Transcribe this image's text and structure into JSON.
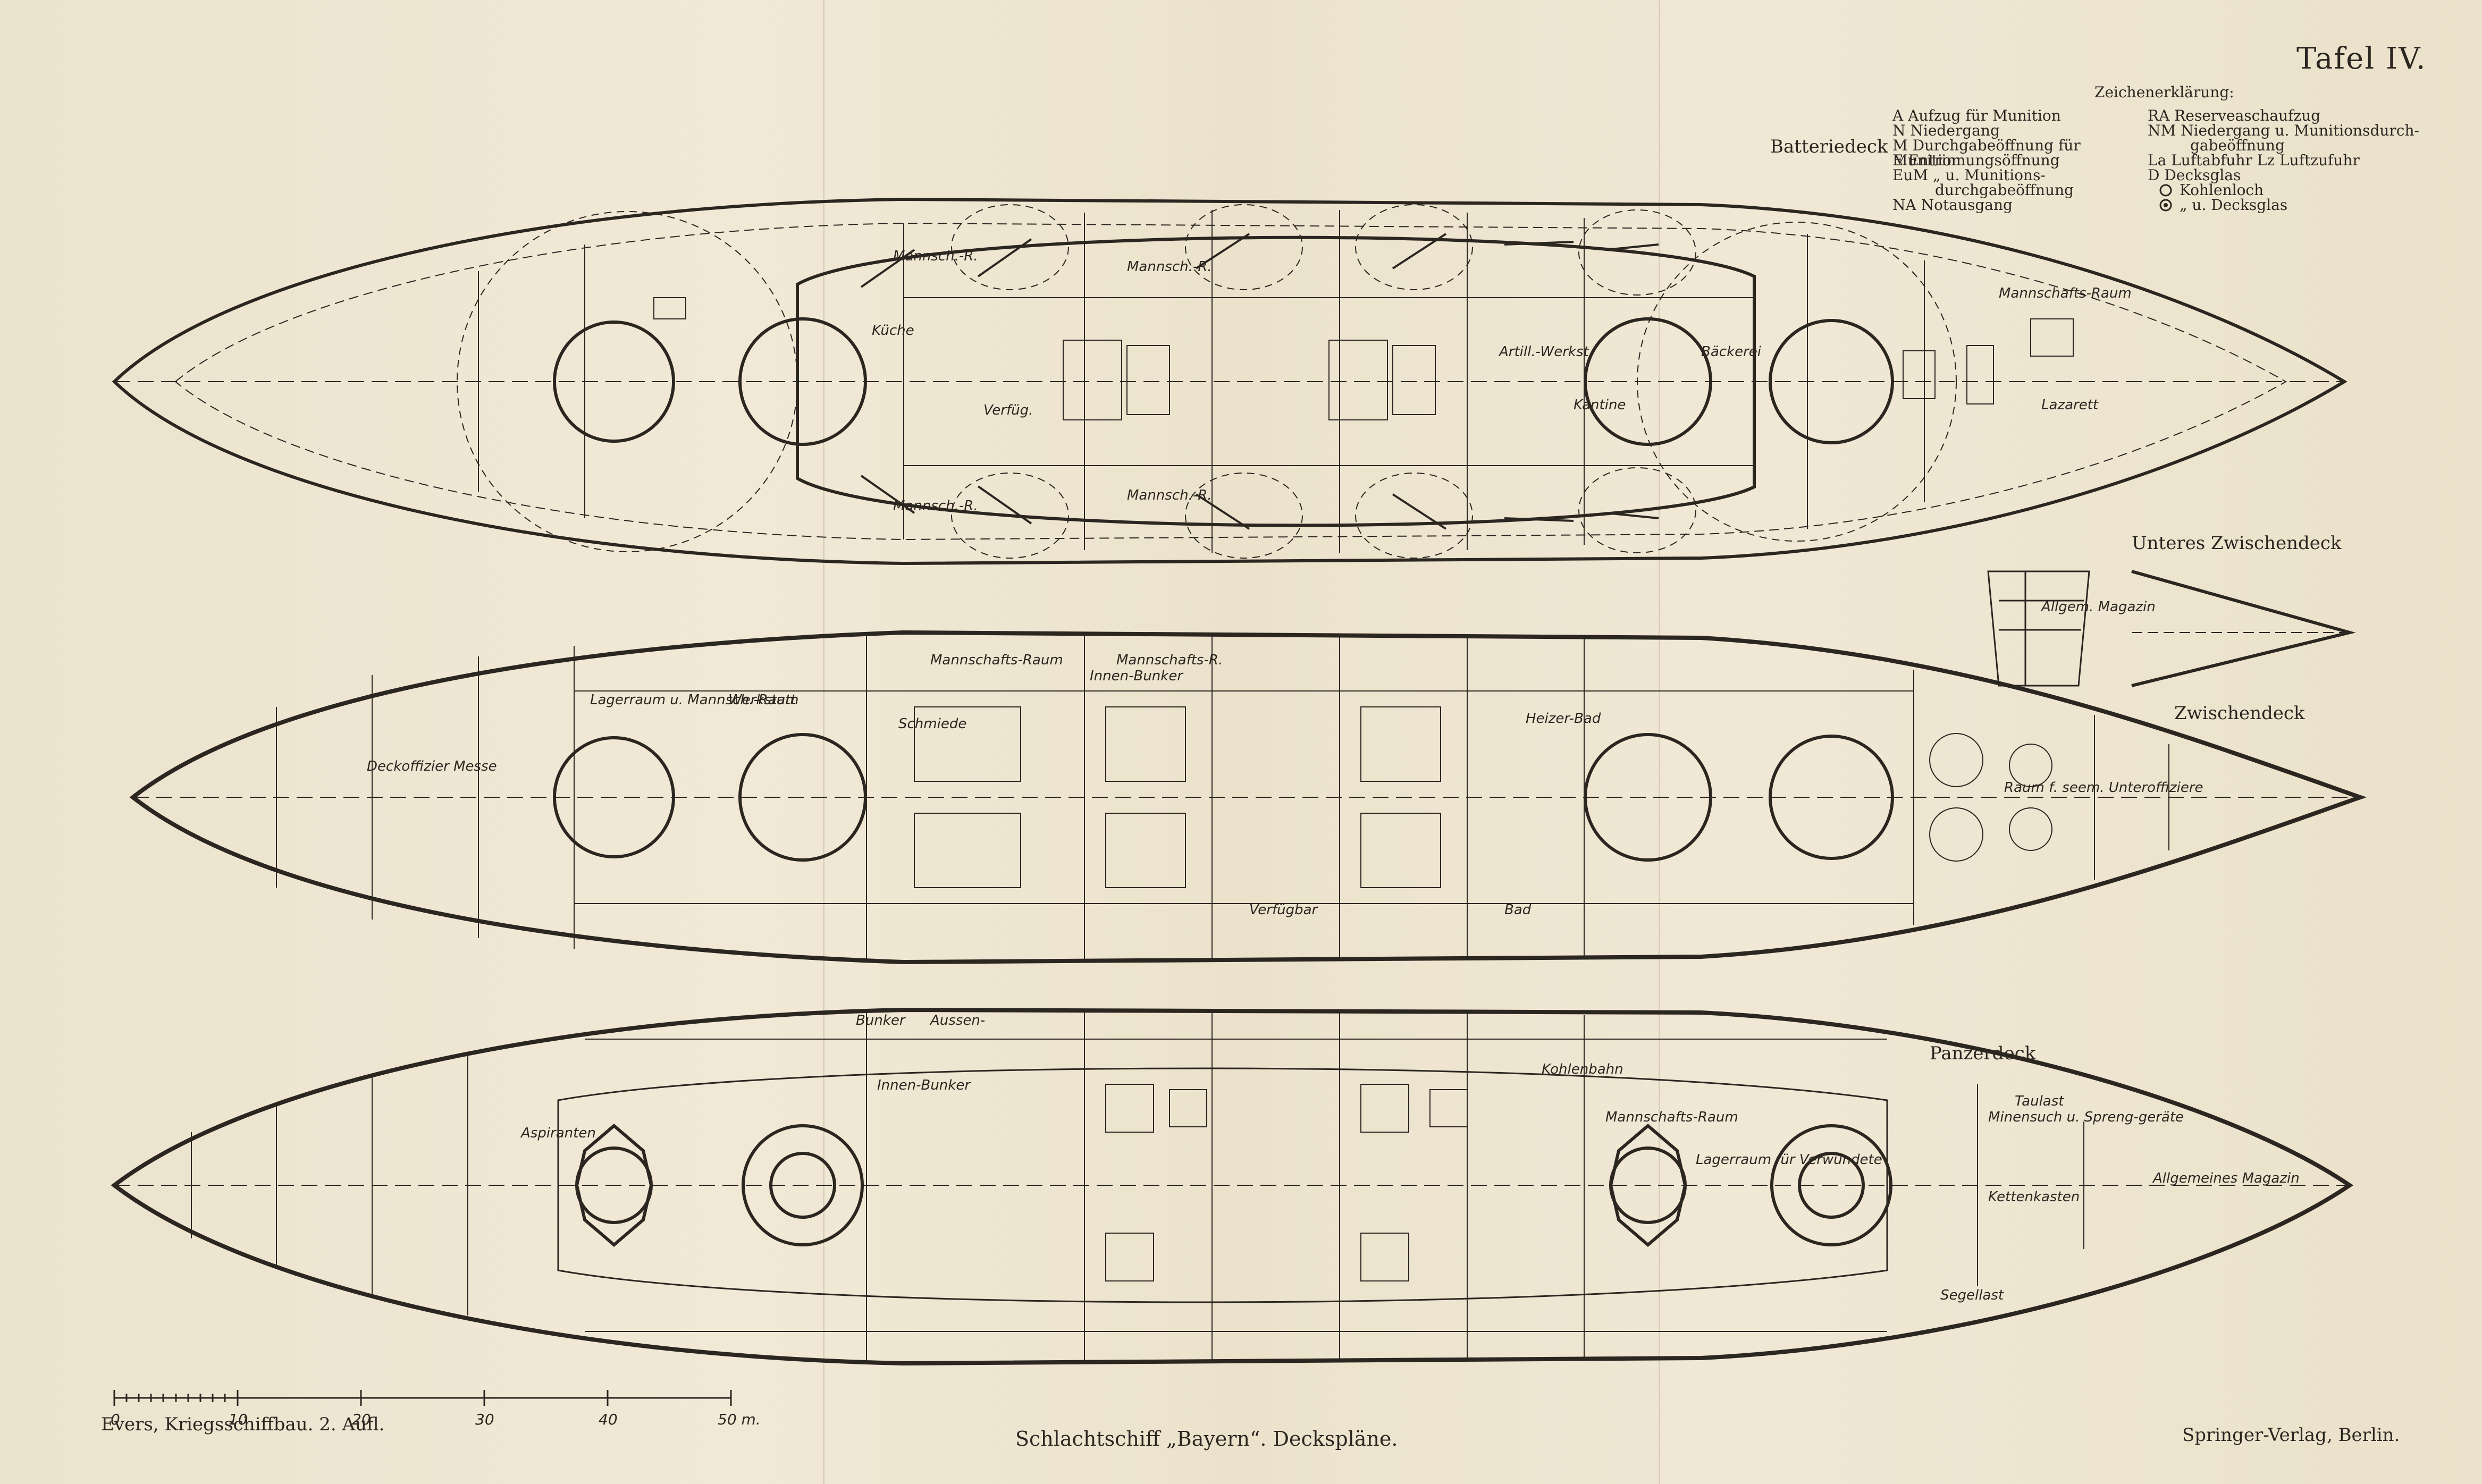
{
  "plate_label": "Tafel IV.",
  "legend": {
    "title": "Zeichenerklärung:",
    "entries_left": [
      "A Aufzug für Munition",
      "N Niedergang",
      "M Durchgabeöffnung für Munition",
      "E Entrinnungsöffnung",
      "EuM „ u. Munitions-",
      "durchgabeöffnung",
      "NA Notausgang"
    ],
    "entries_right": [
      "RA Reserveaschaufzug",
      "NM Niedergang u. Munitionsdurch-",
      "gabeöffnung",
      "La Luftabfuhr Lz Luftzufuhr",
      "D Decksglas",
      "Kohlenloch",
      "„ u. Decksglas"
    ]
  },
  "decks": {
    "batteriedeck": "Batteriedeck",
    "unteres_zwischendeck": "Unteres Zwischendeck",
    "zwischendeck": "Zwischendeck",
    "panzerdeck": "Panzerdeck"
  },
  "scale": {
    "ticks": [
      "0",
      "10",
      "20",
      "30",
      "40",
      "50 m."
    ]
  },
  "footer": {
    "left": "Evers, Kriegsschiffbau. 2. Aufl.",
    "center": "Schlachtschiff „Bayern“. Deckspläne.",
    "right": "Springer-Verlag, Berlin."
  },
  "compartment_labels": {
    "batteriedeck": [
      "Mannsch.-R.",
      "Mannsch.-R.",
      "Mannsch.-R.",
      "Mannsch.-R.",
      "Mannschafts-Raum",
      "Küche",
      "Lazarett",
      "Kantine",
      "Bäckerei",
      "Artill.-Werkst.",
      "Verfüg."
    ],
    "unteres_zwischendeck": [
      "Allgem. Magazin"
    ],
    "zwischendeck": [
      "Mannschafts-Raum",
      "Mannschafts-R.",
      "Innen-Bunker",
      "Heizer-Bad",
      "Werkstatt",
      "Lagerraum u. Mannsch.-Raum",
      "Deckoffizier Messe",
      "Raum f. seem. Unteroffiziere",
      "Bad",
      "Verfügbar",
      "Schmiede"
    ],
    "panzerdeck": [
      "Bunker",
      "Aussen-",
      "Innen-Bunker",
      "Mannschafts-Raum",
      "Lagerraum für Verwundete",
      "Aspiranten",
      "Allgemeines Magazin",
      "Minensuch u. Spreng-geräte",
      "Kettenkasten",
      "Taulast",
      "Segellast",
      "Kohlenbahn"
    ]
  },
  "colors": {
    "paper": "#efe6d2",
    "ink": "#2b2620"
  }
}
